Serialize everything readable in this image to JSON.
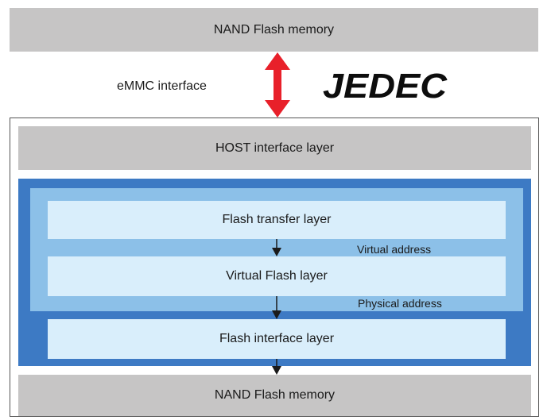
{
  "top_block": {
    "label": "NAND Flash memory"
  },
  "interface": {
    "label": "eMMC interface"
  },
  "logo": {
    "text": "JEDEC"
  },
  "host_layer": {
    "label": "HOST interface layer"
  },
  "layers": {
    "flash_transfer": "Flash transfer layer",
    "virtual_flash": "Virtual Flash layer",
    "flash_interface": "Flash interface layer"
  },
  "addresses": {
    "virtual": "Virtual address",
    "physical": "Physical address"
  },
  "bottom_block": {
    "label": "NAND Flash memory"
  },
  "colors": {
    "gray": "#c6c5c5",
    "dark_blue": "#3d7ac4",
    "mid_blue": "#8cc0e8",
    "light_blue": "#d9eefb",
    "arrow_red": "#e8202a"
  }
}
